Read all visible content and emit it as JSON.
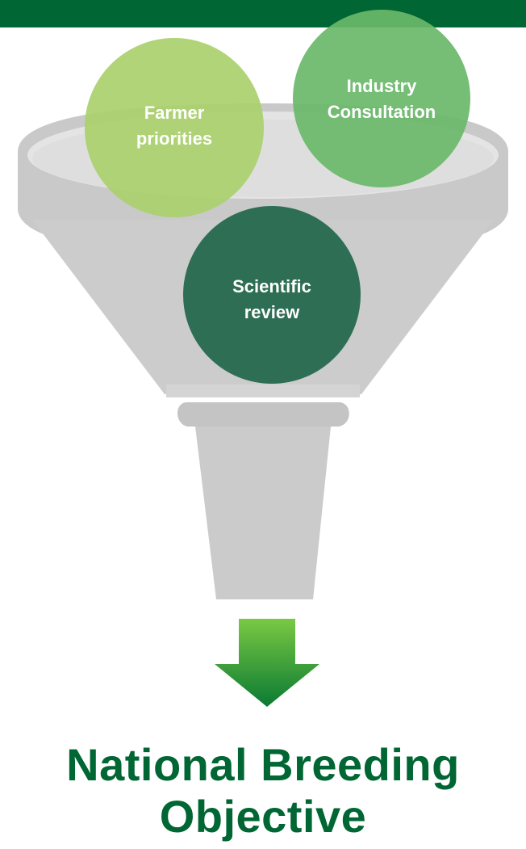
{
  "diagram": {
    "inputs": [
      {
        "line1": "Farmer",
        "line2": "priorities"
      },
      {
        "line1": "Industry",
        "line2": "Consultation"
      },
      {
        "line1": "Scientific",
        "line2": "review"
      }
    ],
    "output": {
      "line1": "National Breeding",
      "line2": "Objective"
    },
    "colors": {
      "brand_green": "#006633",
      "farmer_circle": "#a9d06b",
      "industry_circle": "#6ab86a",
      "scientific_circle": "#2e6e54",
      "funnel_gray": "#cfcfcf"
    },
    "icons": {
      "funnel": "funnel-icon",
      "arrow": "down-arrow-icon"
    }
  }
}
